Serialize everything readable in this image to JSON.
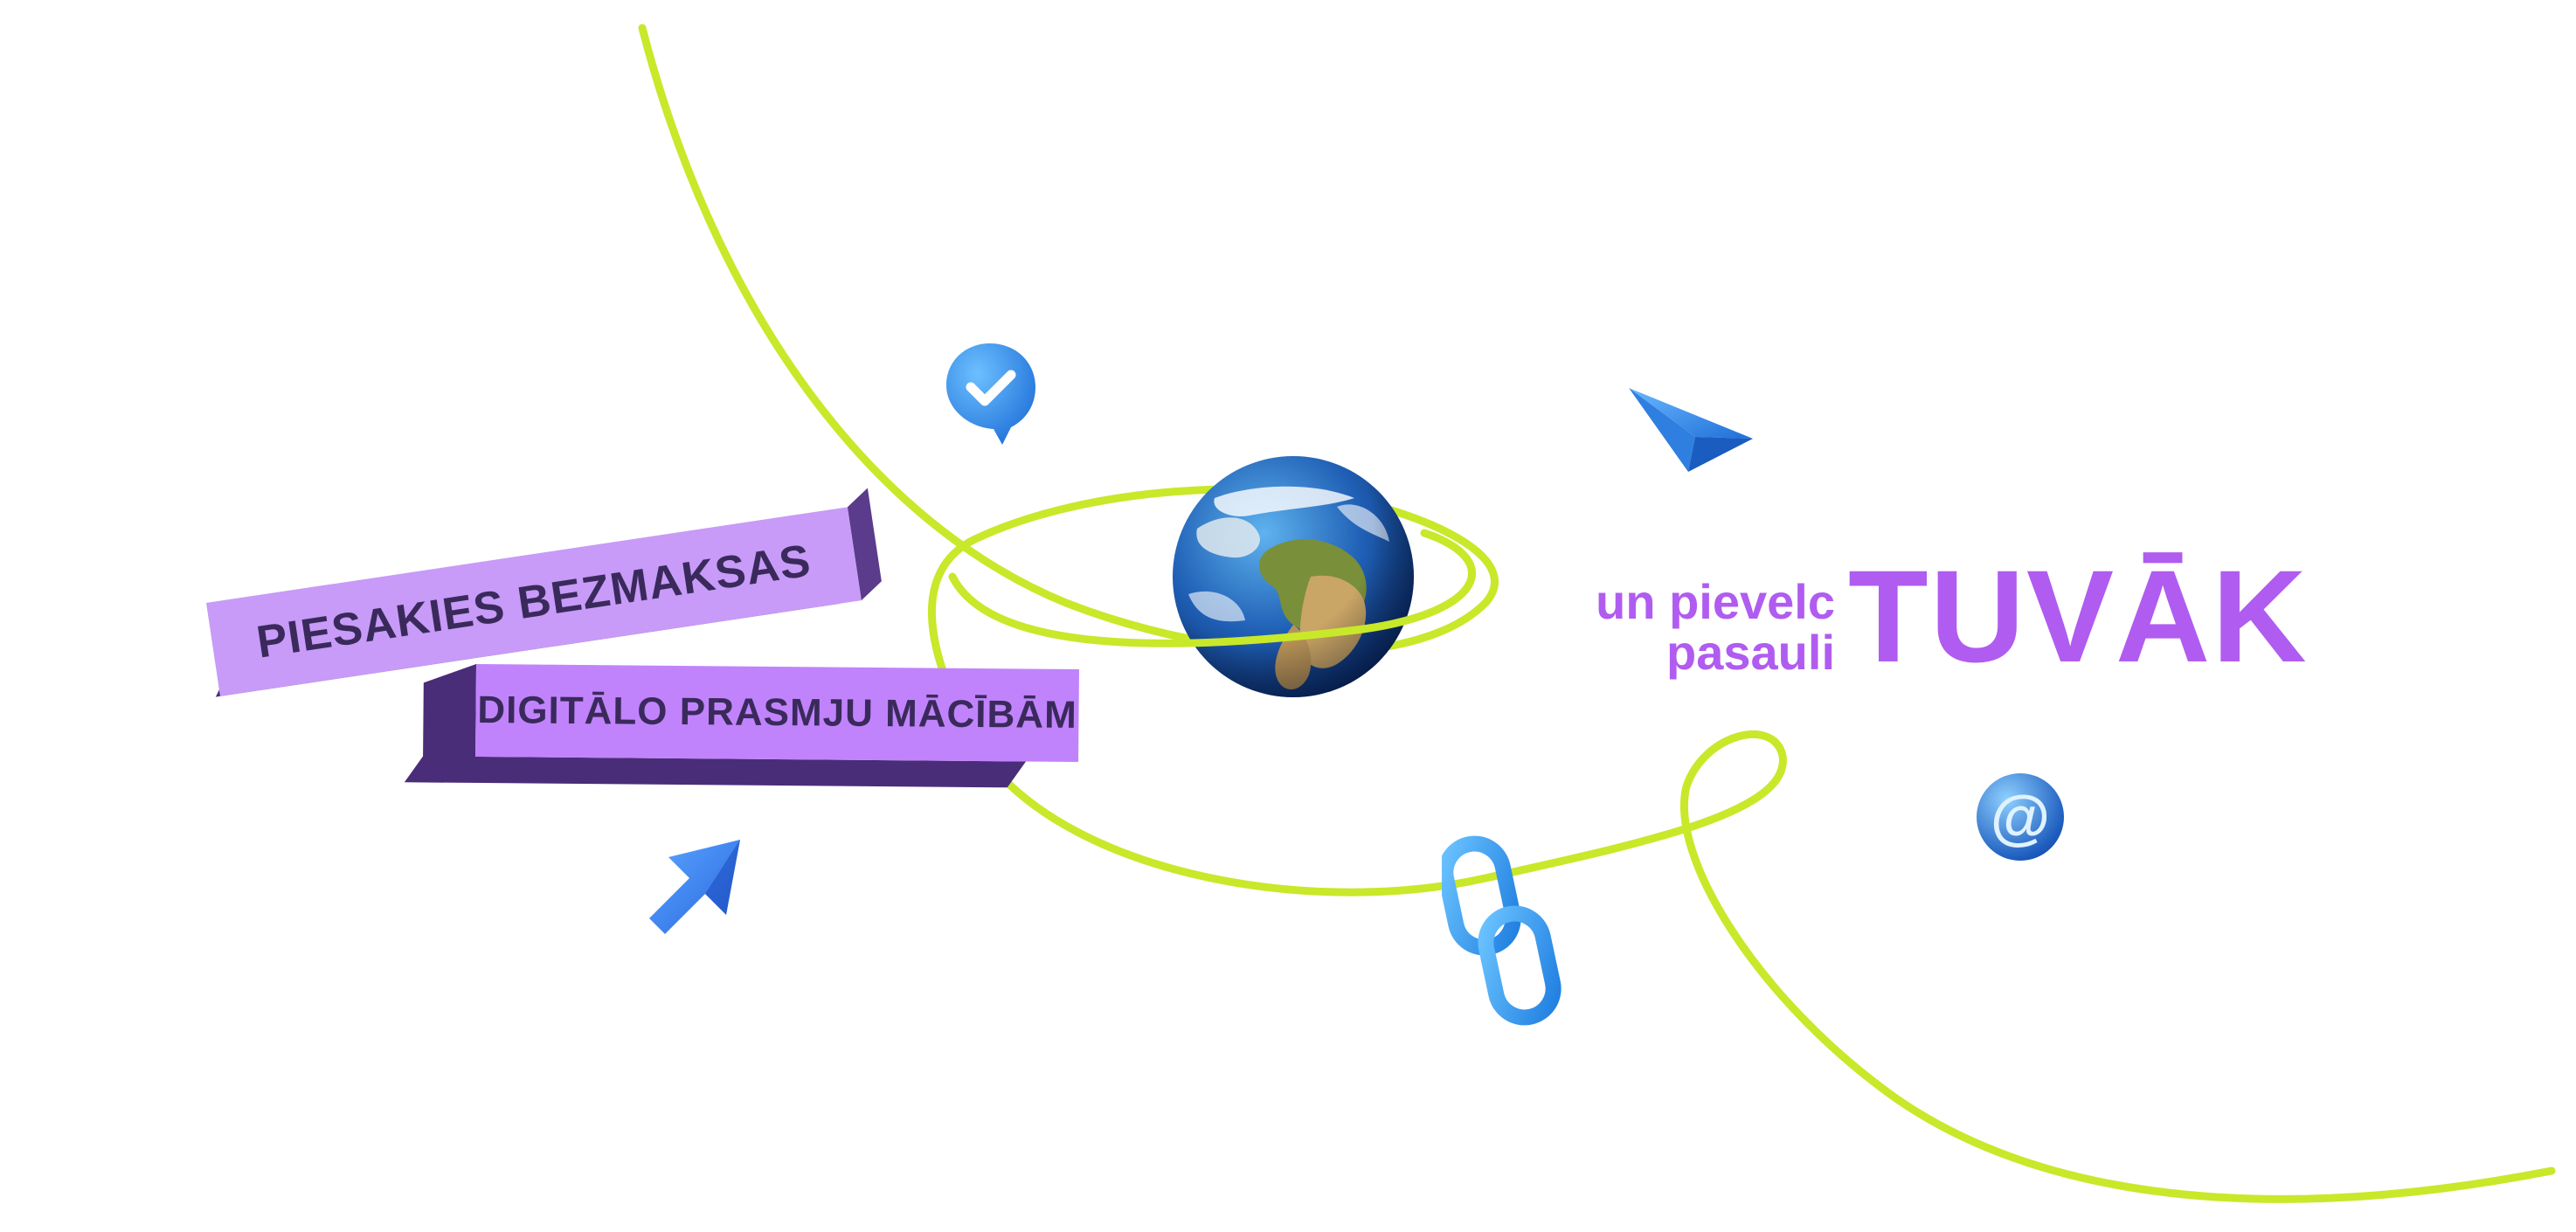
{
  "banner": {
    "tag1_text": "PIESAKIES BEZMAKSAS",
    "tag2_text": "DIGITĀLO PRASMJU MĀCĪBĀM",
    "headline_small_line1": "un pievelc",
    "headline_small_line2": "pasauli",
    "headline_big": "TUVĀK"
  },
  "icons": {
    "checkmark": "check-bubble-icon",
    "paper_plane": "paper-plane-icon",
    "cursor": "cursor-arrow-icon",
    "chain": "chain-link-icon",
    "at_sign": "at-sign-icon",
    "globe": "globe-icon",
    "at_glyph": "@"
  },
  "colors": {
    "accent_purple": "#b05cf0",
    "tag_face": "#c79bf7",
    "tag_side": "#5b3b8c",
    "curve_lime": "#c8e82a",
    "icon_blue": "#2f8fea"
  }
}
